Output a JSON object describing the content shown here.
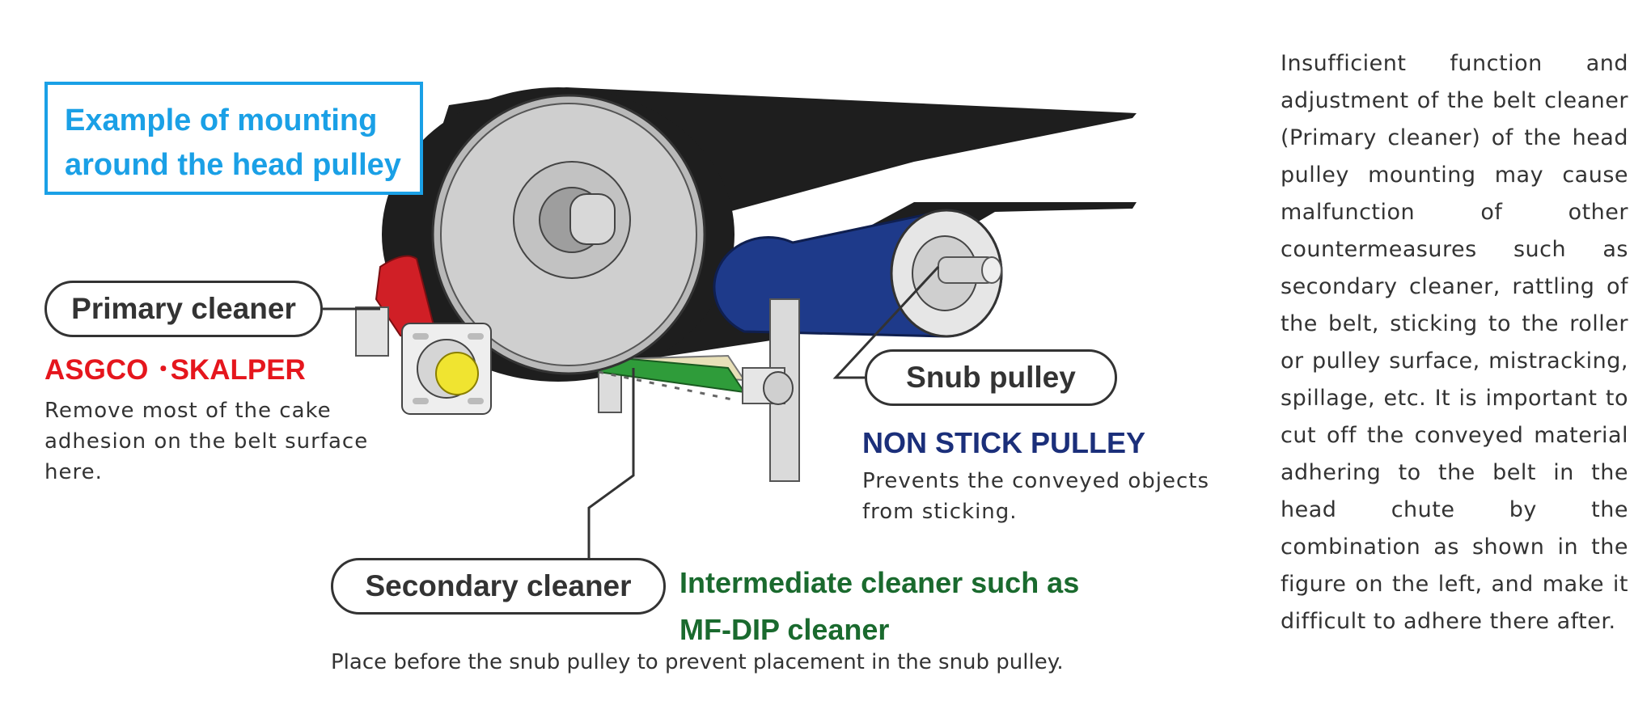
{
  "title": {
    "line1": "Example of mounting",
    "line2": "around the head pulley"
  },
  "primary": {
    "label": "Primary cleaner",
    "product": "ASGCO ･SKALPER",
    "description": "Remove most of the cake adhesion on the belt surface here."
  },
  "snub": {
    "label": "Snub pulley",
    "product": "NON STICK PULLEY",
    "description": "Prevents the conveyed objects from sticking."
  },
  "secondary": {
    "label": "Secondary cleaner",
    "product_line1": "Intermediate cleaner such as",
    "product_line2": "MF-DIP cleaner",
    "description": "Place before the snub pulley to prevent placement in the snub pulley."
  },
  "side_text": "Insufficient function and adjustment of the belt cleaner (Primary cleaner) of the head pulley mounting may cause malfunction of other countermeasures such as secondary cleaner, rattling of the belt, sticking to the roller or pulley surface, mistracking, spillage, etc. It is important to cut off the conveyed material adhering to the belt in the head chute by the combination as shown in the figure on the left, and make it difficult to adhere there after.",
  "colors": {
    "title_blue": "#1aa0e6",
    "primary_red": "#e5161d",
    "snub_navy": "#1b2f7a",
    "secondary_green": "#1a6a2e",
    "belt": "#1e1e1e",
    "pulley_grey": "#cfcfcf",
    "snub_blue": "#1e3a8a"
  }
}
